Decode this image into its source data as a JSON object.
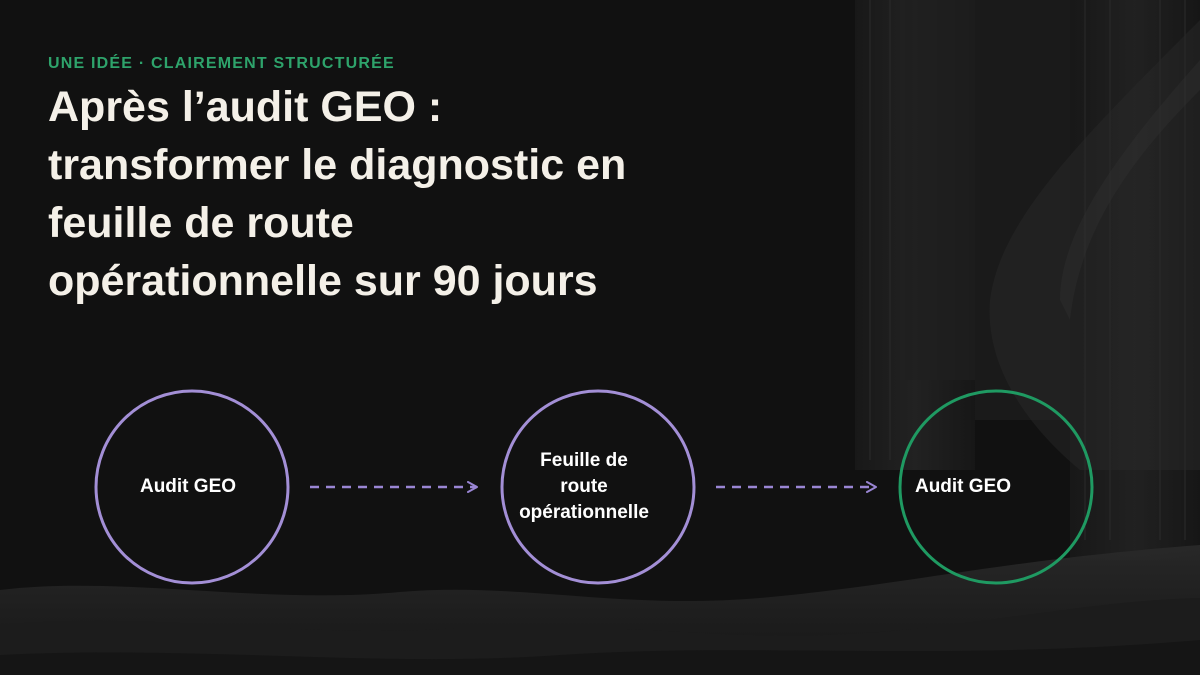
{
  "eyebrow": "UNE IDÉE · CLAIREMENT STRUCTURÉE",
  "title": "Après l’audit GEO :\ntransformer le diagnostic en\nfeuille de route\nopérationnelle sur 90 jours",
  "colors": {
    "accent_green": "#1f9a62",
    "circle_purple": "#a38fd6",
    "arrow_purple": "#9a86d4",
    "eyebrow_green": "#2ea36b",
    "title_text": "#f4f0e8",
    "background": "#111111"
  },
  "flow": {
    "nodes": [
      {
        "label": "Audit GEO",
        "color": "purple"
      },
      {
        "label": "Feuille de\nroute\nopérationnelle",
        "color": "purple"
      },
      {
        "label": "Audit GEO",
        "color": "green"
      }
    ],
    "connector_style": "dashed-arrow"
  }
}
